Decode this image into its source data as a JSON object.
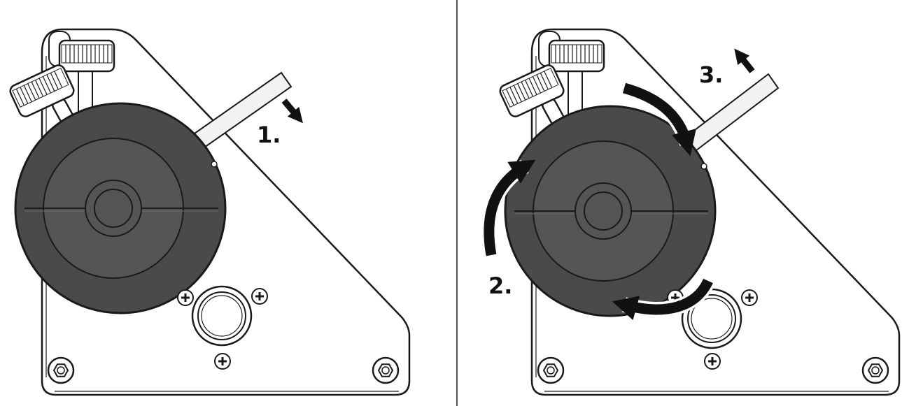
{
  "panels": [
    {
      "id": "left",
      "steps": [
        {
          "label": "1.",
          "action": "lever-down"
        }
      ]
    },
    {
      "id": "right",
      "steps": [
        {
          "label": "2.",
          "action": "rotate-clockwise"
        },
        {
          "label": "3.",
          "action": "lever-up"
        }
      ]
    }
  ],
  "colors": {
    "line": "#1a1a1a",
    "spool_outer": "#4a4a4a",
    "spool_inner": "#555555",
    "lever": "#f2f2f2",
    "arrow": "#111111",
    "divider": "#555555"
  }
}
